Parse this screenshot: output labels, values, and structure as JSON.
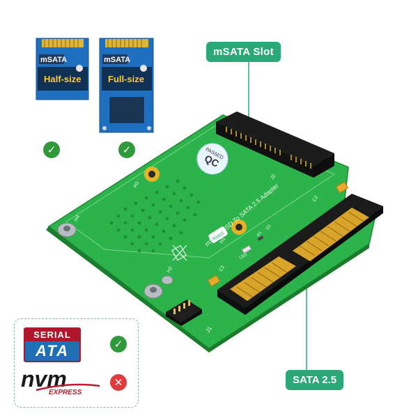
{
  "callouts": {
    "slot": "mSATA  Slot",
    "sata": "SATA 2.5"
  },
  "cards": [
    {
      "chip_label": "mSATA",
      "size_label": "Half-size"
    },
    {
      "chip_label": "mSATA",
      "size_label": "Full-size"
    }
  ],
  "board": {
    "title": "mSATA SSD To SATA 2.5 Adapter",
    "qc_top": "QC",
    "qc_sub": "PASSED",
    "j2": "J2",
    "h1": "H1",
    "h2": "H2",
    "h3": "H3",
    "h4": "H4",
    "led": "LED",
    "r1": "R1",
    "d1": "D1",
    "c1": "C1",
    "c2": "C2",
    "rohs": "RoHS",
    "j1": "J1"
  },
  "compat": {
    "sata_top": "SERIAL",
    "sata_bottom": "ATA",
    "nvm": "nvm",
    "nvm_sub": "EXPRESS",
    "sata_status": "check-icon",
    "nvm_status": "cross-icon"
  },
  "colors": {
    "accent": "#2aa877",
    "pcb": "#2fb24a",
    "check": "#2e9a3a",
    "cross": "#e23b3b"
  }
}
